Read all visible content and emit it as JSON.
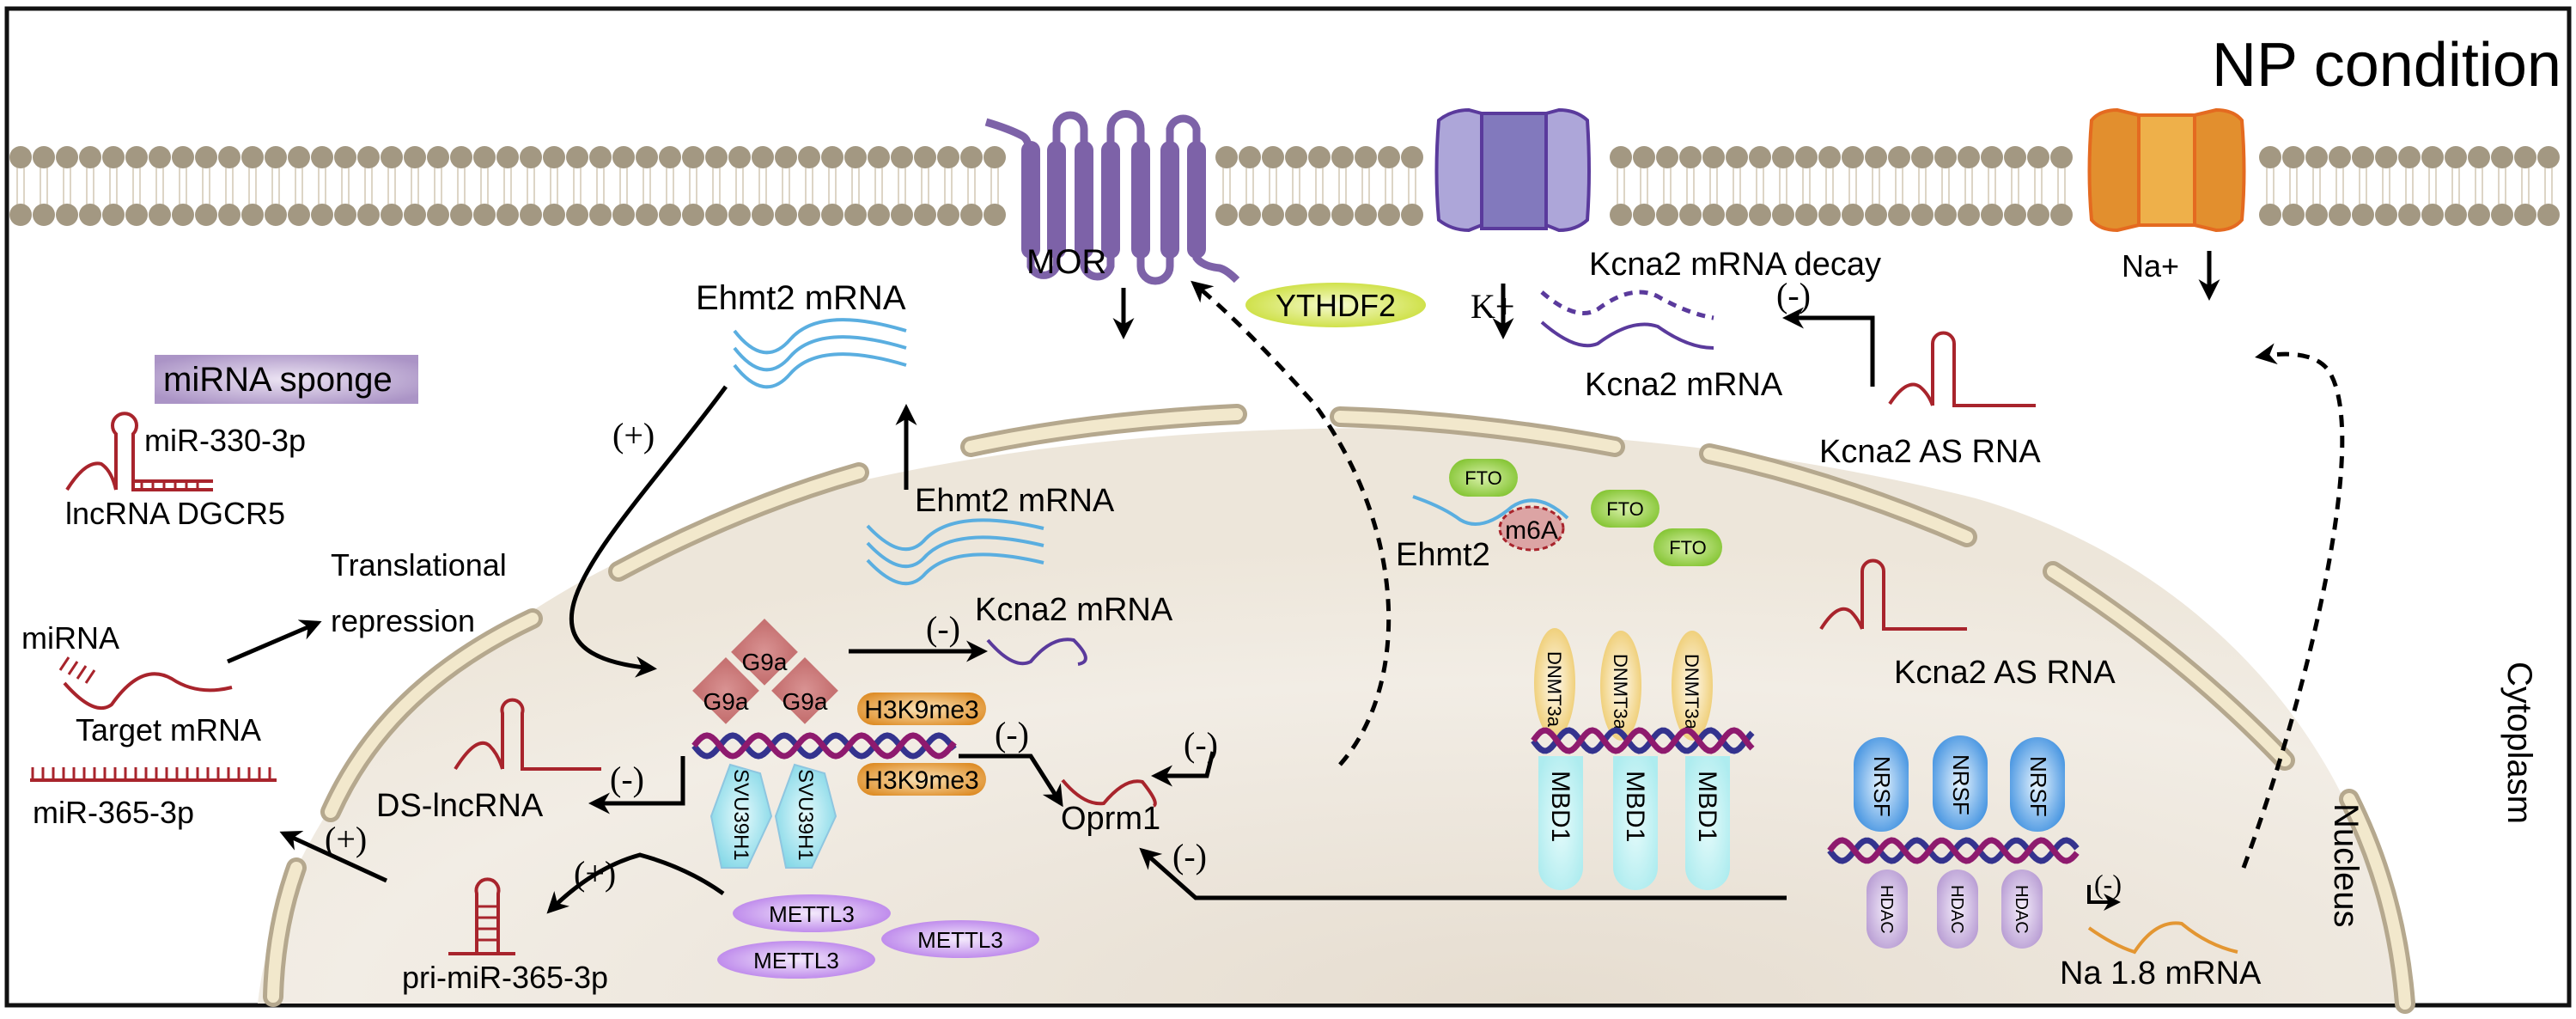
{
  "title": "NP condition",
  "regions": {
    "cytoplasm": "Cytoplasm",
    "nucleus": "Nucleus"
  },
  "membrane": {
    "receptors": {
      "mor": "MOR",
      "k_ion": "K+",
      "na_ion": "Na+"
    }
  },
  "cytoplasm_items": {
    "ehmt2_mrna_top": "Ehmt2  mRNA",
    "ythdf2": "YTHDF2",
    "kcna2_decay": "Kcna2 mRNA decay",
    "kcna2_mrna_top": "Kcna2 mRNA",
    "kcna2_as_rna_top": "Kcna2 AS RNA",
    "mirna_sponge": "miRNA sponge",
    "mir330": "miR-330-3p",
    "lncrna_dgcr5": "lncRNA DGCR5",
    "translational": "Translational",
    "repression": "repression",
    "mirna": "miRNA",
    "target_mrna": "Target mRNA",
    "mir365": "miR-365-3p"
  },
  "nucleus_items": {
    "ehmt2_mrna": "Ehmt2  mRNA",
    "g9a": [
      "G9a",
      "G9a",
      "G9a"
    ],
    "h3k9me3": [
      "H3K9me3",
      "H3K9me3"
    ],
    "suv39h1": [
      "SVU39H1",
      "SVU39H1"
    ],
    "ds_lncrna": "DS-lncRNA",
    "pri_mir365": "pri-miR-365-3p",
    "mettl3": [
      "METTL3",
      "METTL3",
      "METTL3"
    ],
    "kcna2_mrna": "Kcna2 mRNA",
    "oprm1": "Oprm1",
    "ehmt2": "Ehmt2",
    "m6a": "m6A",
    "fto": [
      "FTO",
      "FTO",
      "FTO"
    ],
    "dnmt3a": [
      "DNMT3a",
      "DNMT3a",
      "DNMT3a"
    ],
    "mbd1": [
      "MBD1",
      "MBD1",
      "MBD1"
    ],
    "kcna2_as_rna": "Kcna2 AS RNA",
    "nrsf": [
      "NRSF",
      "NRSF",
      "NRSF"
    ],
    "hdac": [
      "HDAC",
      "HDAC",
      "HDAC"
    ],
    "nav18_mrna": "Na 1.8  mRNA"
  },
  "signs": {
    "plus": "(+)",
    "minus": "(-)"
  },
  "colors": {
    "membrane_head": "#a39882",
    "nucleus_fill": "#ece6dc",
    "nuclear_pore": "#f2e8cc",
    "mor": "#7d62a8",
    "k_channel": "#ada6d9",
    "k_channel_core": "#8279bd",
    "na_channel": "#e28f2e",
    "na_channel_core": "#eeb04a",
    "rna_red": "#a8242c",
    "rna_blue": "#5aaee0",
    "rna_purple": "#5a3a9c",
    "rna_orange": "#e39632",
    "g9a": "#cf7d7d",
    "h3k9me3": "#e39a34",
    "suv39h1": "#8fe0ea",
    "mettl3": "#bc86ee",
    "fto": "#8ccc38",
    "ythdf2": "#cfe040",
    "m6a": "#dca4a4",
    "dnmt3a": "#f0cf74",
    "mbd1": "#b5eff0",
    "nrsf": "#4f9ee6",
    "hdac": "#c0a6d8",
    "sponge_bg": "#b7a2cb",
    "dna_a": "#34338e",
    "dna_b": "#8e1a6e"
  }
}
